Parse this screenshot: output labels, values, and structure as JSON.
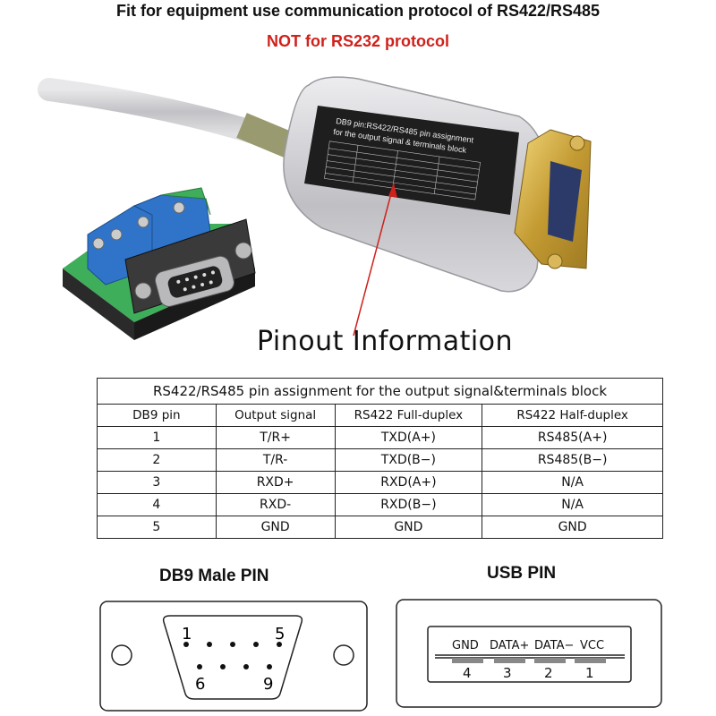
{
  "header": {
    "title": "Fit for equipment use communication protocol of RS422/RS485",
    "subtitle": "NOT for RS232 protocol"
  },
  "product": {
    "label_title": "DB9 pin:RS422/RS485 pin assignment",
    "label_subtitle": "for the output signal & terminals block"
  },
  "pinout": {
    "heading": "Pinout Information",
    "table_title": "RS422/RS485 pin assignment for the output signal&terminals block",
    "columns": [
      "DB9 pin",
      "Output signal",
      "RS422 Full-duplex",
      "RS422 Half-duplex"
    ],
    "rows": [
      [
        "1",
        "T/R+",
        "TXD(A+)",
        "RS485(A+)"
      ],
      [
        "2",
        "T/R-",
        "TXD(B−)",
        "RS485(B−)"
      ],
      [
        "3",
        "RXD+",
        "RXD(A+)",
        "N/A"
      ],
      [
        "4",
        "RXD-",
        "RXD(B−)",
        "N/A"
      ],
      [
        "5",
        "GND",
        "GND",
        "GND"
      ]
    ]
  },
  "db9": {
    "label": "DB9 Male PIN",
    "pin_top_left": "1",
    "pin_top_right": "5",
    "pin_bottom_left": "6",
    "pin_bottom_right": "9"
  },
  "usb": {
    "label": "USB PIN",
    "signals": [
      "GND",
      "DATA+",
      "DATA−",
      "VCC"
    ],
    "numbers": [
      "4",
      "3",
      "2",
      "1"
    ]
  },
  "colors": {
    "accent_red": "#d0211b",
    "terminal_blue": "#2f74c8",
    "terminal_green": "#3fae5a",
    "connector_gold": "#c9a23c",
    "housing_silver": "#c8c8cc"
  }
}
